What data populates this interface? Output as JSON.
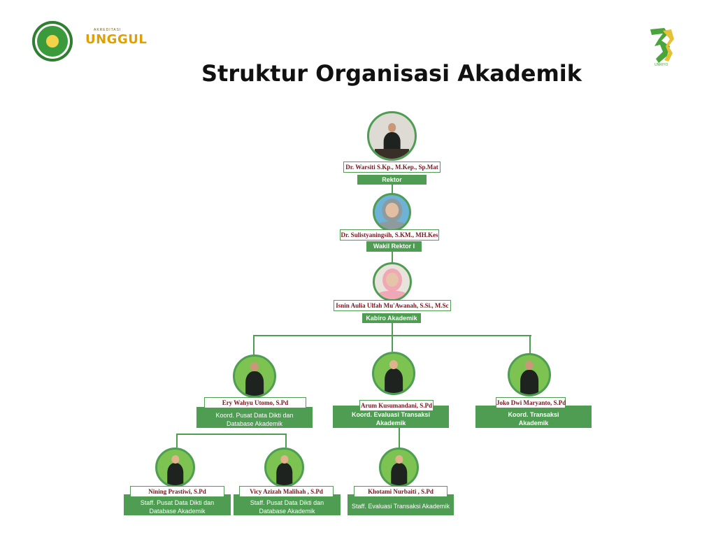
{
  "title": "Struktur Organisasi Akademik",
  "logos": {
    "unggul_text": "UNGGUL",
    "unggul_top": "AKREDITASI",
    "right_logo_text": "UNRIYO"
  },
  "colors": {
    "accent_green": "#4f9d53",
    "name_text": "#7a1520",
    "title_text": "#111111"
  },
  "nodes": {
    "rektor": {
      "name": "Dr. Warsiti S.Kp., M.Kep., Sp.Mat",
      "role": "Rektor"
    },
    "warek1": {
      "name": "Dr. Sulistyaningsih, S.KM., MH.Kes",
      "role": "Wakil Rektor I"
    },
    "kabiro": {
      "name": "Isnin Aulia Ulfah Mu'Awanah, S.Si., M.Sc",
      "role": "Kabiro Akademik"
    },
    "koord_pddikti": {
      "name": "Ery Wahyu Utomo, S.Pd",
      "role": "Koord. Pusat Data Dikti dan Database Akademik"
    },
    "koord_evaluasi": {
      "name": "Arum Kusumandani, S.Pd",
      "role": "Koord. Evaluasi Transaksi Akademik"
    },
    "koord_transaksi": {
      "name": "Joko Dwi Maryanto, S.Pd",
      "role": "Koord. Transaksi Akademik"
    },
    "staff1": {
      "name": "Nining Prastiwi, S.Pd",
      "role": "Staff. Pusat Data Dikti dan Database Akademik"
    },
    "staff2": {
      "name": "Vicy Azizah Malihah , S.Pd",
      "role": "Staff. Pusat Data Dikti dan Database Akademik"
    },
    "staff3": {
      "name": "Khotami Nurbaiti , S.Pd",
      "role": "Staff. Evaluasi Transaksi Akademik"
    }
  }
}
